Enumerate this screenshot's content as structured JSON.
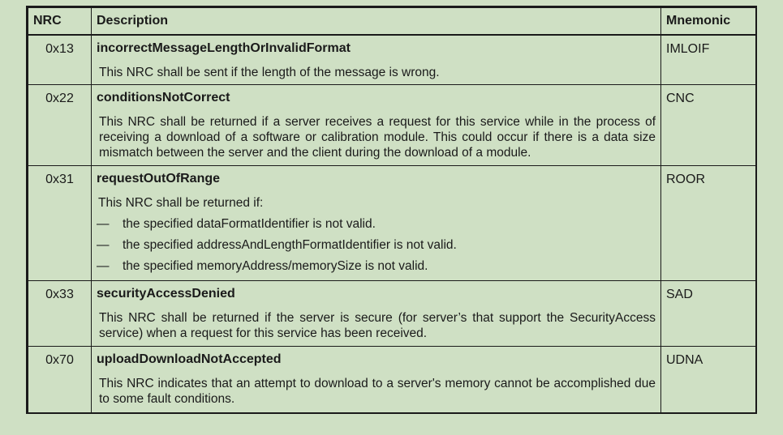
{
  "table": {
    "headers": {
      "nrc": "NRC",
      "description": "Description",
      "mnemonic": "Mnemonic"
    },
    "rows": [
      {
        "code": "0x13",
        "name": "incorrectMessageLengthOrInvalidFormat",
        "text": "This NRC shall be sent if the length of the message is wrong.",
        "mnemonic": "IMLOIF"
      },
      {
        "code": "0x22",
        "name": "conditionsNotCorrect",
        "text": "This NRC shall be returned if a server receives a request for this service while in the process of receiving a download of a software or calibration module. This could occur if there is a data size mismatch between the server and the client during the download of a module.",
        "mnemonic": "CNC"
      },
      {
        "code": "0x31",
        "name": "requestOutOfRange",
        "text": "This NRC shall be returned if:",
        "bullet_marker": "—",
        "bullets": [
          "the specified dataFormatIdentifier is not valid.",
          "the specified addressAndLengthFormatIdentifier is not valid.",
          "the specified memoryAddress/memorySize is not valid."
        ],
        "mnemonic": "ROOR"
      },
      {
        "code": "0x33",
        "name": "securityAccessDenied",
        "text": "This NRC shall be returned if the server is secure (for server’s that support the SecurityAccess service) when a request for this service has been received.",
        "mnemonic": "SAD"
      },
      {
        "code": "0x70",
        "name": "uploadDownloadNotAccepted",
        "text": "This NRC indicates that an attempt to download to a server's memory cannot be accomplished due to some fault conditions.",
        "mnemonic": "UDNA"
      }
    ]
  }
}
